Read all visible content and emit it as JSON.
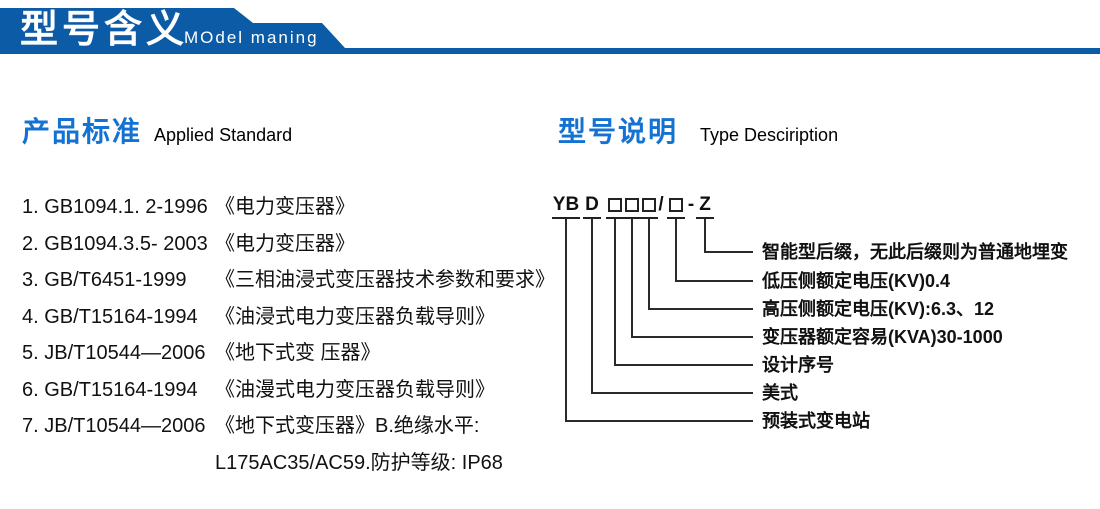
{
  "banner": {
    "title_zh": "型号含义",
    "title_en": "MOdel maning",
    "color": "#0b5ba7"
  },
  "left_section": {
    "heading_zh": "产品标准",
    "heading_en": "Applied Standard",
    "items": [
      {
        "code": "1. GB1094.1. 2-1996",
        "title": "《电力变压器》"
      },
      {
        "code": "2. GB1094.3.5- 2003",
        "title": "《电力变压器》"
      },
      {
        "code": "3. GB/T6451-1999",
        "title": "《三相油浸式变压器技术参数和要求》"
      },
      {
        "code": "4. GB/T15164-1994",
        "title": "《油浸式电力变压器负载导则》"
      },
      {
        "code": "5. JB/T10544—2006",
        "title": "《地下式变 压器》"
      },
      {
        "code": "6. GB/T15164-1994",
        "title": "《油漫式电力变压器负载导则》"
      },
      {
        "code": "7. JB/T10544—2006",
        "title": "《地下式变压器》B.绝缘水平:"
      }
    ],
    "continuation": "L175AC35/AC59.防护等级: IP68"
  },
  "right_section": {
    "heading_zh": "型号说明",
    "heading_en": "Type Desciription",
    "model_code": {
      "text": "YB D □□□/□ - Z",
      "seg_yb": "YB",
      "seg_d": "D",
      "slash": "/",
      "dash": "-",
      "seg_z": "Z"
    },
    "labels": [
      "智能型后缀，无此后缀则为普通地埋变",
      "低压侧额定电压(KV)0.4",
      "高压侧额定电压(KV):6.3、12",
      "变压器额定容易(KVA)30-1000",
      "设计序号",
      "美式",
      "预装式变电站"
    ]
  },
  "colors": {
    "banner_blue": "#0b5ba7",
    "heading_blue": "#1473d2",
    "text": "#111111",
    "line": "#2a2a2a"
  }
}
